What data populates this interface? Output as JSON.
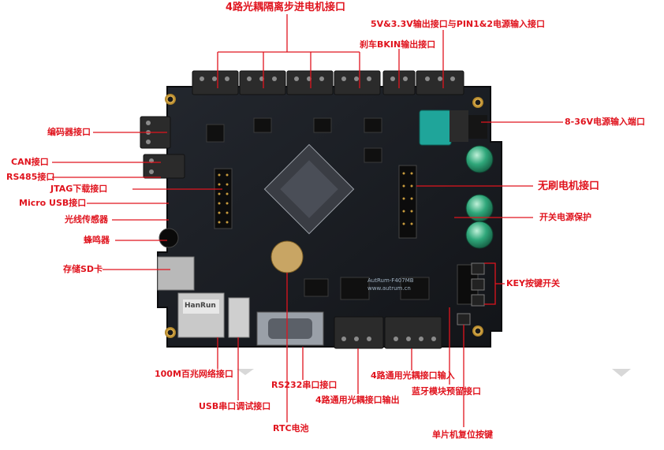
{
  "labels": {
    "stepper": "4路光耦隔离步进电机接口",
    "power_out": "5V&3.3V输出接口与PIN1&2电源输入接口",
    "brake": "刹车BKIN输出接口",
    "encoder": "编码器接口",
    "power_in": "8-36V电源输入端口",
    "can": "CAN接口",
    "rs485": "RS485接口",
    "jtag": "JTAG下载接口",
    "bldc": "无刷电机接口",
    "micro_usb": "Micro USB接口",
    "light_sensor": "光线传感器",
    "power_switch": "开关电源保护",
    "buzzer": "蜂鸣器",
    "sd": "存储SD卡",
    "key": "KEY按键开关",
    "ethernet": "100M百兆网络接口",
    "rs232": "RS232串口接口",
    "opto_in": "4路通用光耦接口输入",
    "usb_uart": "USB串口调试接口",
    "opto_out": "4路通用光耦接口输出",
    "bluetooth": "蓝牙模块预留接口",
    "rtc": "RTC电池",
    "reset": "单片机复位按键"
  },
  "board_silkscreen": {
    "model": "AutRum-F407MB",
    "site": "www.autrum.cn",
    "rj45_brand": "HanRun"
  },
  "colors": {
    "label": "#e0141e",
    "pcb": "#1a1d22",
    "terminal": "#2b2b2b"
  }
}
